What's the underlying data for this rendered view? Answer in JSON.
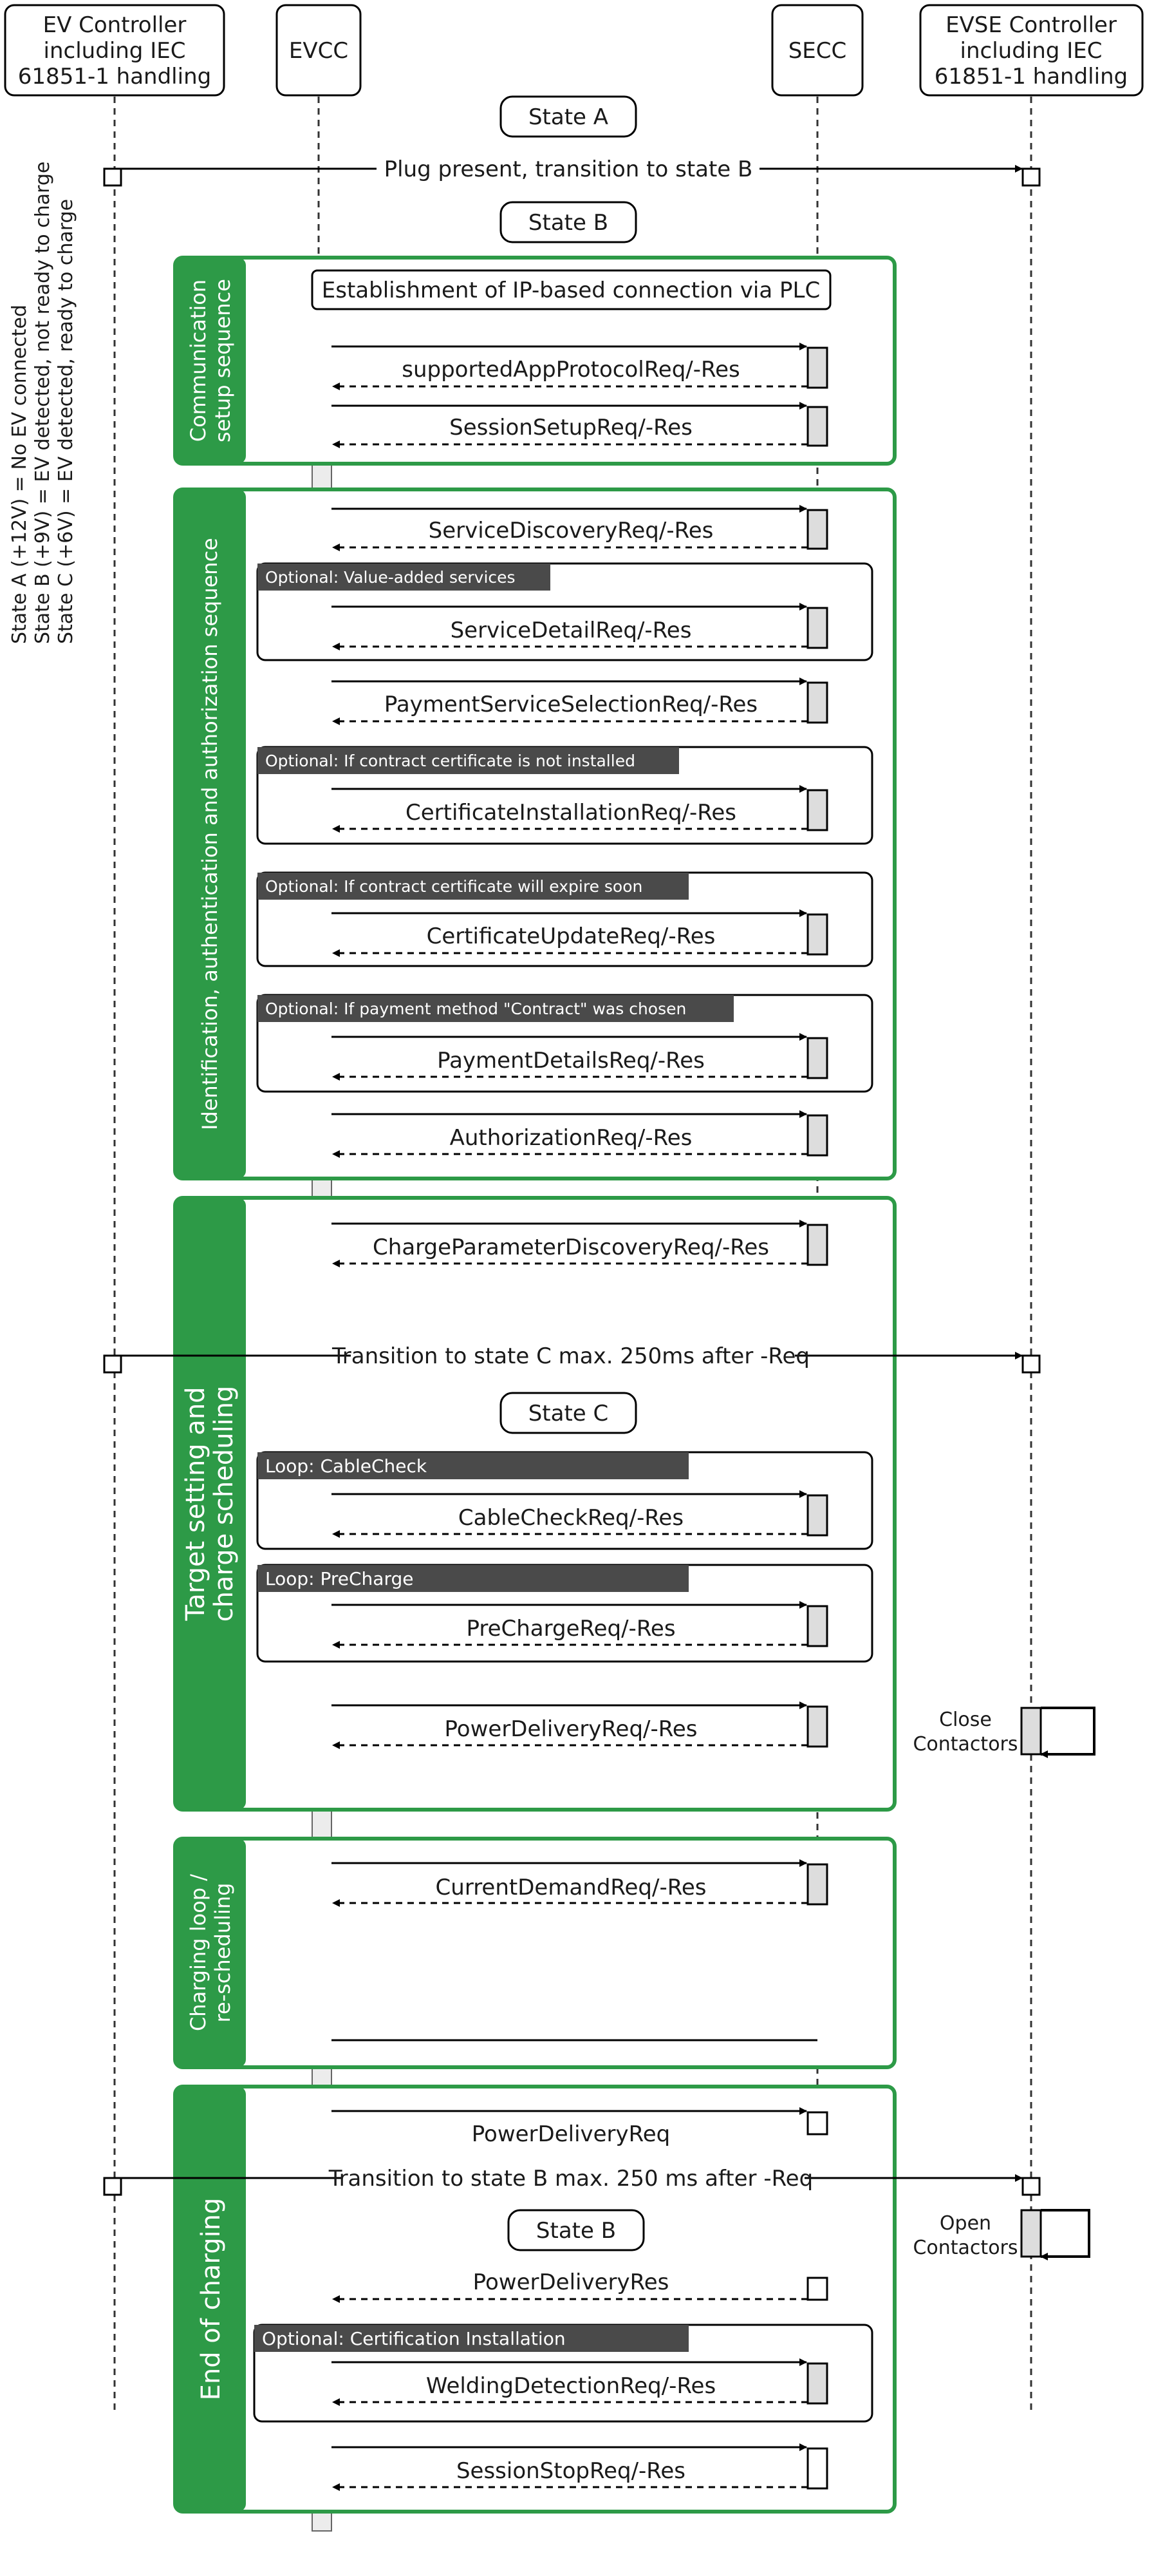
{
  "lifelines": {
    "ev_controller": [
      "EV Controller",
      "including IEC",
      "61851-1 handling"
    ],
    "evcc": "EVCC",
    "secc": "SECC",
    "evse_controller": [
      "EVSE Controller",
      "including IEC",
      "61851-1 handling"
    ]
  },
  "state_legend": [
    "State A (+12V) = No EV connected",
    "State B (+9V)   = EV detected, not ready to charge",
    "State C (+6V)   = EV detected, ready to charge"
  ],
  "states": {
    "a": "State A",
    "b1": "State B",
    "c": "State C",
    "b2": "State B"
  },
  "sequences": {
    "communication": [
      "Communication",
      "setup sequence"
    ],
    "identification": "Identification, authentication and authorization sequence",
    "target": [
      "Target setting and",
      "charge scheduling"
    ],
    "charging_loop": [
      "Charging loop /",
      "re-scheduling"
    ],
    "end": "End of charging"
  },
  "ip_connection": "Establishment of IP-based connection via PLC",
  "messages": {
    "plug_present": "Plug present, transition to state B",
    "supported_app": "supportedAppProtocolReq/-Res",
    "session_setup": "SessionSetupReq/-Res",
    "service_discovery": "ServiceDiscoveryReq/-Res",
    "service_detail": "ServiceDetailReq/-Res",
    "payment_selection": "PaymentServiceSelectionReq/-Res",
    "cert_install": "CertificateInstallationReq/-Res",
    "cert_update": "CertificateUpdateReq/-Res",
    "payment_details": "PaymentDetailsReq/-Res",
    "authorization": "AuthorizationReq/-Res",
    "charge_param": "ChargeParameterDiscoveryReq/-Res",
    "transition_c": "Transition to state C max. 250ms after -Req",
    "cable_check": "CableCheckReq/-Res",
    "pre_charge": "PreChargeReq/-Res",
    "power_delivery_1": "PowerDeliveryReq/-Res",
    "current_demand": "CurrentDemandReq/-Res",
    "power_delivery_req": "PowerDeliveryReq",
    "transition_b": "Transition to state B max. 250 ms after -Req",
    "power_delivery_res": "PowerDeliveryRes",
    "welding": "WeldingDetectionReq/-Res",
    "session_stop": "SessionStopReq/-Res"
  },
  "frames": {
    "value_added": "Optional: Value-added services",
    "cert_not_installed": "Optional: If contract certificate is not installed",
    "cert_expire": "Optional: If contract certificate will expire soon",
    "payment_contract": "Optional: If payment method \"Contract\" was chosen",
    "loop_cable": "Loop: CableCheck",
    "loop_precharge": "Loop: PreCharge",
    "cert_installation": "Optional: Certification Installation"
  },
  "contactors": {
    "close": [
      "Close",
      "Contactors"
    ],
    "open": [
      "Open",
      "Contactors"
    ]
  },
  "colors": {
    "sequence_green": "#2d9a47",
    "frame_label_gray": "#4a4a4a"
  }
}
